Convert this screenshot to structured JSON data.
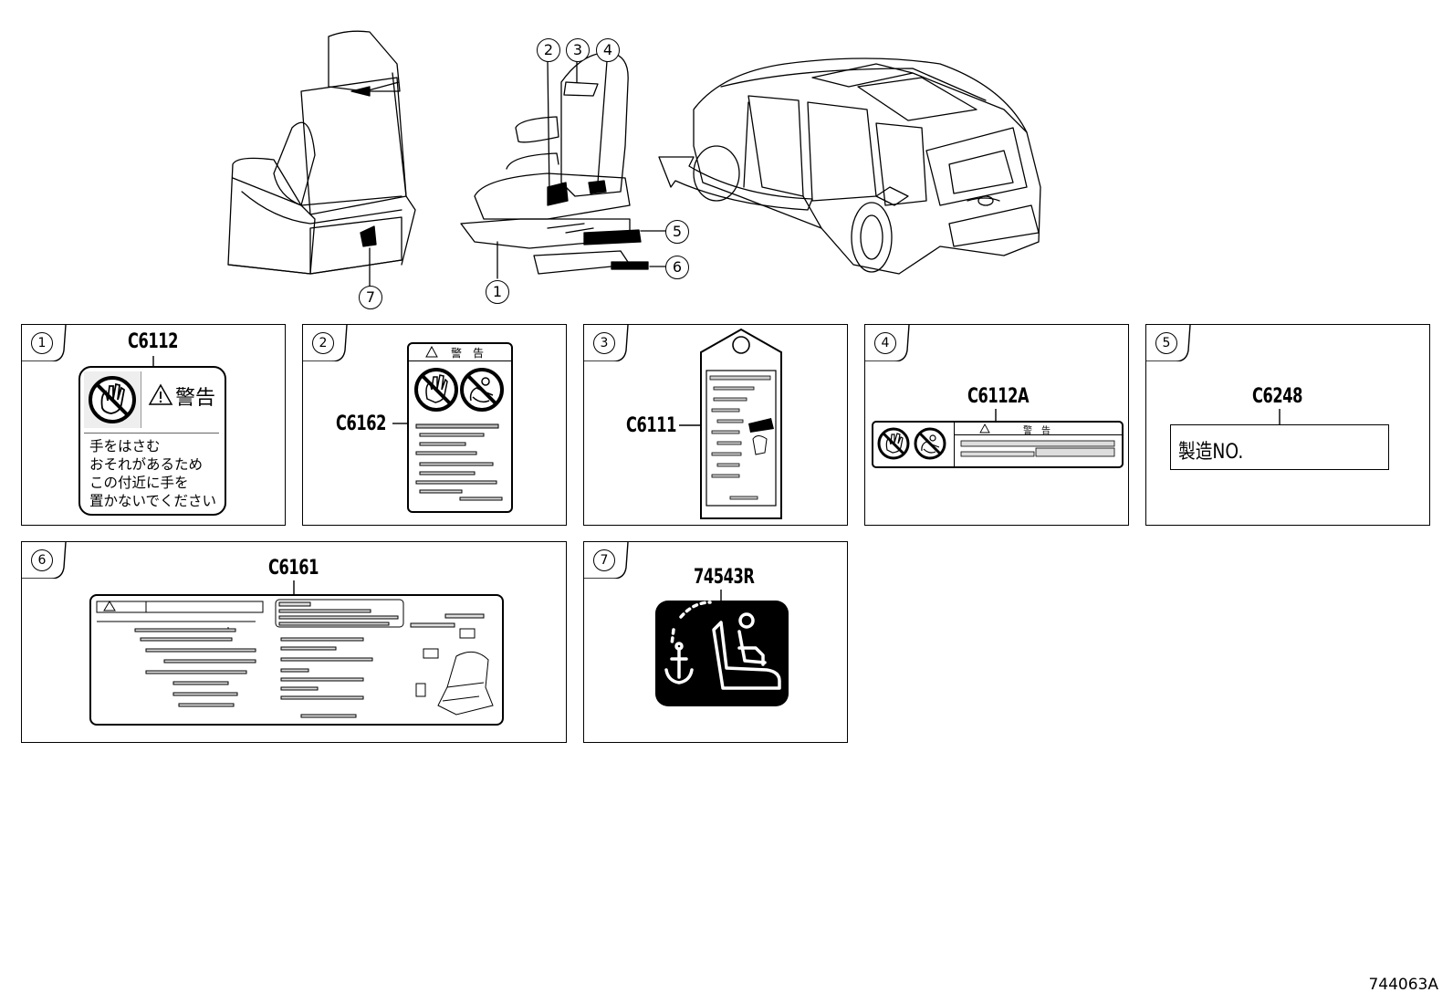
{
  "figure_id": "744063A",
  "callouts": [
    "1",
    "2",
    "3",
    "4",
    "5",
    "6",
    "7"
  ],
  "panels": [
    {
      "num": "1",
      "code": "C6112",
      "warning": "警告",
      "text_lines": [
        "手をはさむ",
        "おそれがあるため",
        "この付近に手を",
        "置かないでください"
      ]
    },
    {
      "num": "2",
      "code": "C6162",
      "header": "警　告"
    },
    {
      "num": "3",
      "code": "C6111"
    },
    {
      "num": "4",
      "code": "C6112A",
      "header": "警　告"
    },
    {
      "num": "5",
      "code": "C6248",
      "text": "製造NO."
    },
    {
      "num": "6",
      "code": "C6161"
    },
    {
      "num": "7",
      "code": "74543R"
    }
  ],
  "icons": [
    "seat-diagram",
    "vehicle-diagram",
    "hand-caution-icon",
    "no-hand-icon",
    "no-child-icon",
    "isofix-anchor-icon"
  ]
}
